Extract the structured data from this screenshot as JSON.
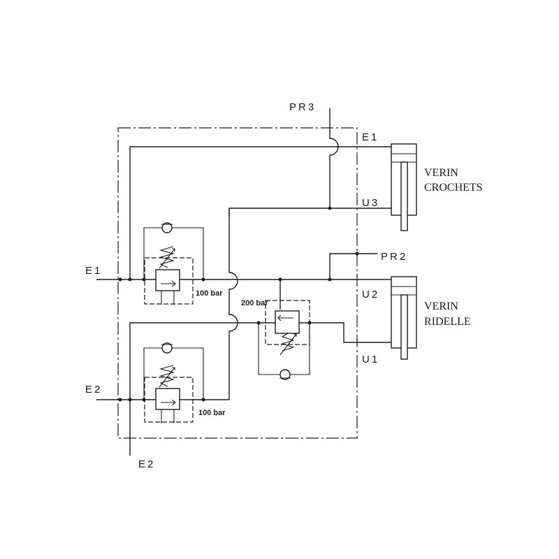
{
  "ports": {
    "pr3": "PR3",
    "e1_top": "E1",
    "u3": "U3",
    "pr2": "PR2",
    "u2": "U2",
    "u1": "U1",
    "e1_left": "E1",
    "e2_left": "E2",
    "e2_bottom": "E2"
  },
  "valves": {
    "relief_top": "100 bar",
    "relief_bottom": "100 bar",
    "relief_middle": "200 bar"
  },
  "cylinders": {
    "crochets": {
      "line1": "VERIN",
      "line2": "CROCHETS"
    },
    "ridelle": {
      "line1": "VERIN",
      "line2": "RIDELLE"
    }
  }
}
